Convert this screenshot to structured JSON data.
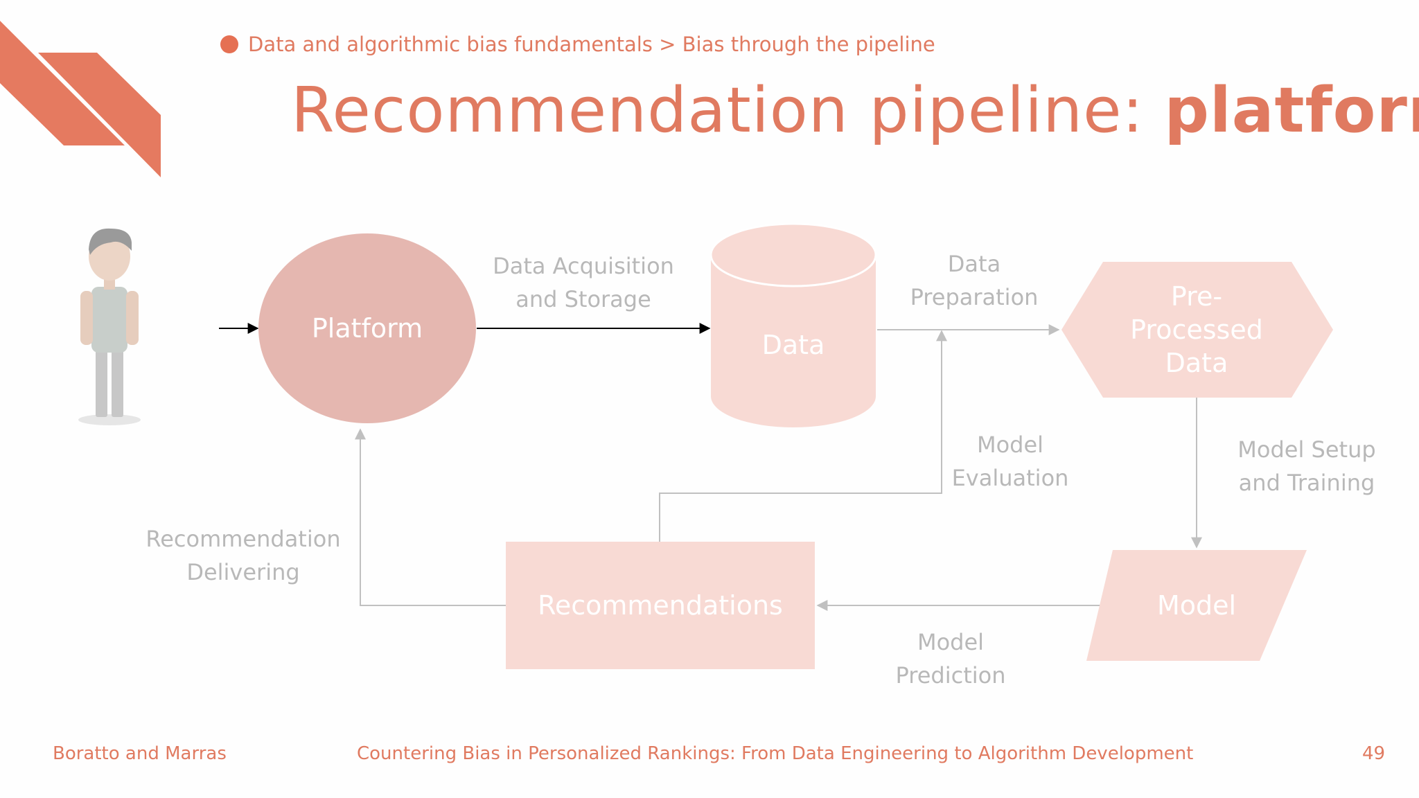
{
  "breadcrumb": {
    "text": "Data and algorithmic bias fundamentals > Bias through the pipeline"
  },
  "title": {
    "regular": "Recommendation pipeline: ",
    "bold": "platform"
  },
  "diagram": {
    "nodes": {
      "platform": "Platform",
      "data": "Data",
      "preprocessed": [
        "Pre-",
        "Processed",
        "Data"
      ],
      "model": "Model",
      "recommendations": "Recommendations"
    },
    "edges": {
      "acquisition": [
        "Data Acquisition",
        "and Storage"
      ],
      "preparation": [
        "Data",
        "Preparation"
      ],
      "setup": [
        "Model Setup",
        "and Training"
      ],
      "prediction": [
        "Model",
        "Prediction"
      ],
      "evaluation": [
        "Model",
        "Evaluation"
      ],
      "delivering": [
        "Recommendation",
        "Delivering"
      ]
    }
  },
  "footer": {
    "authors": "Boratto and Marras",
    "course": "Countering Bias in Personalized Rankings: From Data Engineering to Algorithm Development",
    "page": "49"
  },
  "colors": {
    "accent": "#e07a60",
    "platform_fill": "#e5b7b0",
    "faded_fill": "#f8dad4",
    "label_gray": "#b8b8b8"
  }
}
